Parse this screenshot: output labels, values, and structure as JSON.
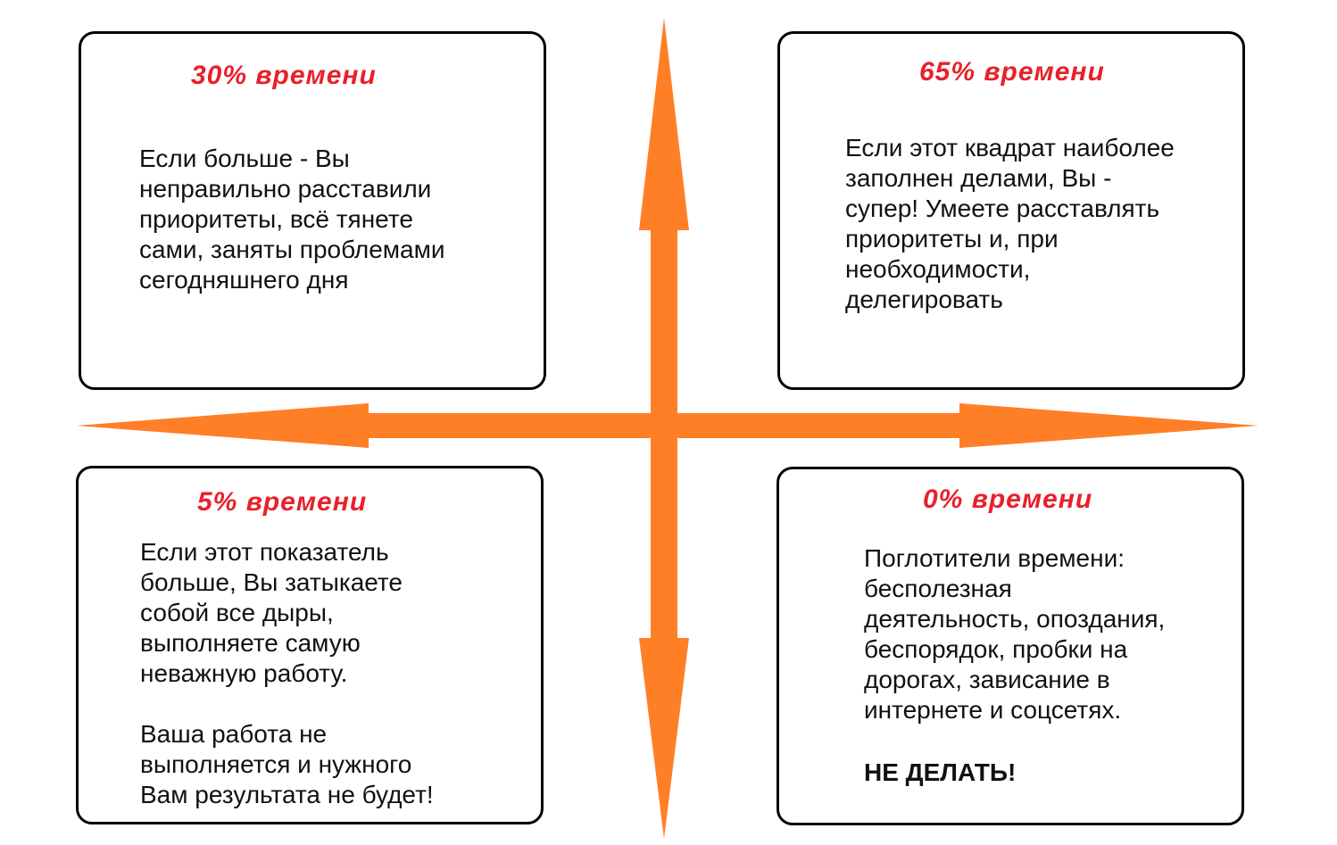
{
  "colors": {
    "arrow": "#FF7F27",
    "title": "#E8202A",
    "border": "#000000"
  },
  "quadrants": {
    "top_left": {
      "title": "30% времени",
      "text": "Если больше - Вы\nнеправильно расставили\nприоритеты, всё тянете\nсами, заняты проблемами\nсегодняшнего дня"
    },
    "top_right": {
      "title": "65% времени",
      "text": "Если этот квадрат наиболее\nзаполнен делами, Вы -\nсупер! Умеете расставлять\nприоритеты и, при\nнеобходимости,\nделегировать"
    },
    "bottom_left": {
      "title": "5% времени",
      "text": "Если этот показатель\nбольше, Вы затыкаете\nсобой все дыры,\nвыполняете самую\nневажную работу.\n\nВаша работа не\nвыполняется и нужного\nВам результата не будет!"
    },
    "bottom_right": {
      "title": "0% времени",
      "text": "Поглотители времени:\nбесполезная\nдеятельность, опоздания,\nбеспорядок, пробки на\nдорогах, зависание в\nинтернете и соцсетях.",
      "emphasis": "НЕ ДЕЛАТЬ!"
    }
  }
}
